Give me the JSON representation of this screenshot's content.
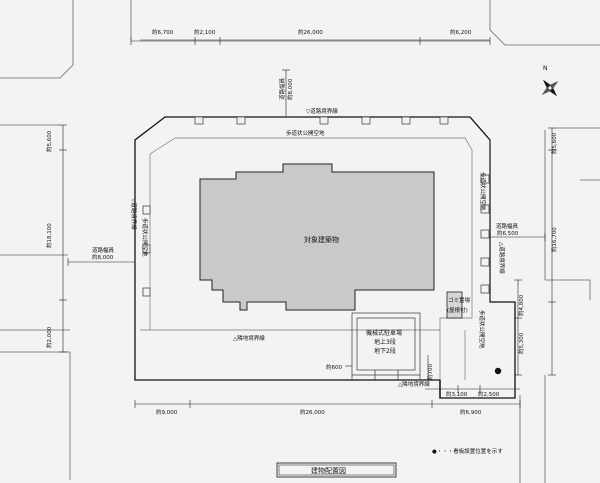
{
  "dims": {
    "top_left": "約6,700",
    "top_mid": "約2,100",
    "top_main": "約26,000",
    "top_right": "約6,200",
    "left_upper": "約5,600",
    "left_mid": "約18,100",
    "left_lower": "約2,000",
    "right_upper": "約5,600",
    "right_mid": "約16,700",
    "right_small_upper": "約4,800",
    "right_small_lower": "約5,300",
    "bottom_left": "約9,000",
    "bottom_main": "約26,000",
    "bottom_right": "約6,900",
    "bottom_small1": "約3,100",
    "bottom_small2": "約2,500",
    "parking_left": "約600",
    "parking_vertical": "約700"
  },
  "labels": {
    "road_width_top": "道路幅員",
    "road_width_top_value": "約8,000",
    "road_width_left": "道路幅員",
    "road_width_left_value": "約8,000",
    "road_width_right": "道路幅員",
    "road_width_right_value": "約6,500",
    "boundary_top": "▽道路境界線",
    "boundary_left": "▽道路境界線",
    "boundary_right": "△道路境界線",
    "boundary_neighbor": "△隣地境界線",
    "boundary_neighbor2": "△隣地境界線",
    "walkway_top": "歩道状公開空地",
    "walkway_left": "歩道状公開空地",
    "walkway_right_upper": "歩道状公開空地",
    "walkway_right_lower": "歩道状公開空地",
    "building": "対象建築物",
    "garbage_line1": "ゴミ置場",
    "garbage_line2": "(屋根付)",
    "parking_line1": "機械式駐車場",
    "parking_line2": "地上3段",
    "parking_line3": "地下2段",
    "north": "N",
    "legend": "●・・・看板設置位置を示す",
    "title": "建物配置図"
  },
  "colors": {
    "building_fill": "#c9c9c9",
    "paper": "#f3f3f3"
  }
}
